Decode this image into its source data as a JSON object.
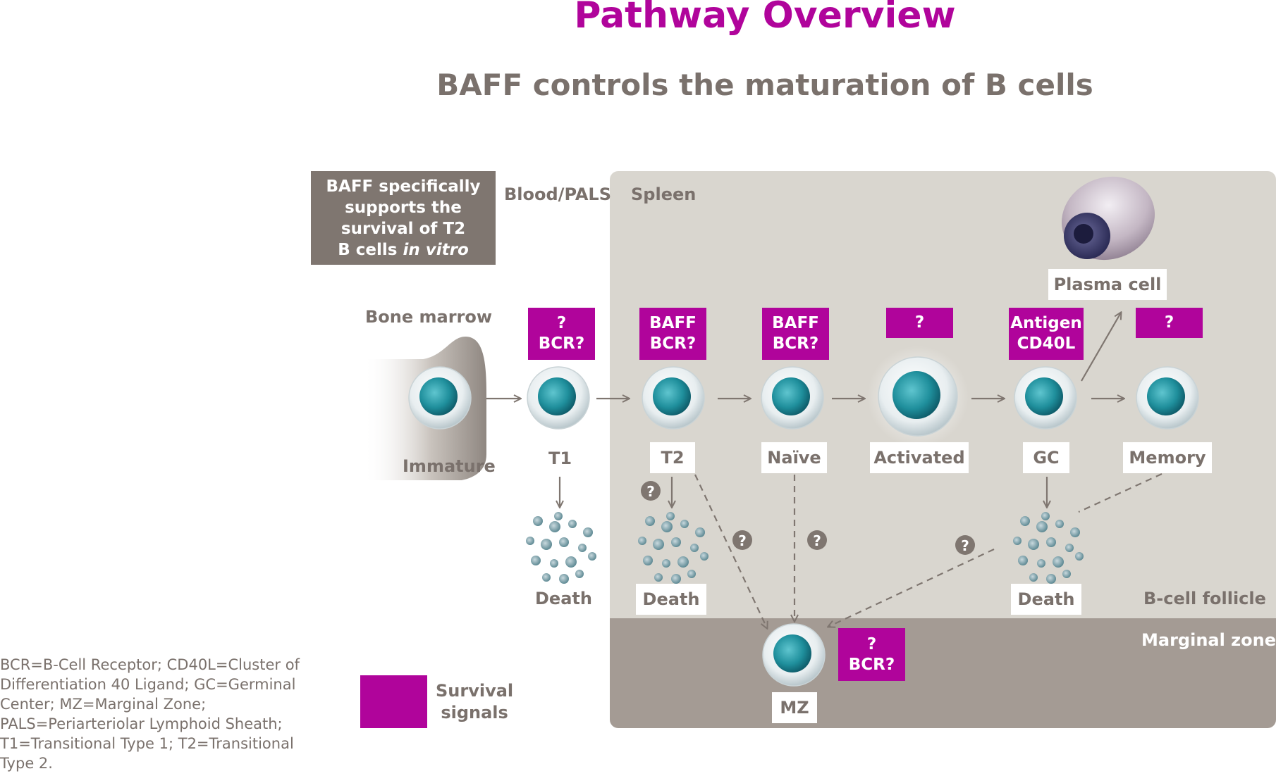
{
  "title": "Pathway Overview",
  "subtitle": "BAFF controls the maturation of B cells",
  "note_box": {
    "line1": "BAFF specifically",
    "line2": "supports the",
    "line3": "survival of T2",
    "line4_a": "B cells ",
    "line4_b": "in vitro"
  },
  "regions": {
    "blood": "Blood/PALS",
    "spleen": "Spleen",
    "bone_marrow": "Bone marrow",
    "follicle": "B-cell follicle",
    "marginal_zone": "Marginal zone"
  },
  "signals": {
    "t1": [
      "?",
      "BCR?"
    ],
    "t2": [
      "BAFF",
      "BCR?"
    ],
    "naive": [
      "BAFF",
      "BCR?"
    ],
    "activated": [
      "?"
    ],
    "gc": [
      "Antigen",
      "CD40L"
    ],
    "memory": [
      "?"
    ],
    "mz": [
      "?",
      "BCR?"
    ]
  },
  "cells": {
    "immature": "Immature",
    "t1": "T1",
    "t2": "T2",
    "naive": "Naïve",
    "activated": "Activated",
    "gc": "GC",
    "memory": "Memory",
    "plasma": "Plasma cell",
    "mz": "MZ"
  },
  "death": {
    "t1": "Death",
    "t2": "Death",
    "gc": "Death"
  },
  "question_mark": "?",
  "legend": {
    "line1": "Survival",
    "line2": "signals"
  },
  "footnote": "BCR=B-Cell Receptor; CD40L=Cluster of Differentiation 40 Ligand; GC=Germinal Center;  MZ=Marginal Zone; PALS=Periarteriolar Lymphoid Sheath; T1=Transitional Type 1;  T2=Transitional Type 2.",
  "colors": {
    "magenta": "#b0049b",
    "taupe": "#7f7670",
    "spleen": "#d9d6cf",
    "marginal": "#a49b94",
    "cell": "#1f8f9c"
  }
}
